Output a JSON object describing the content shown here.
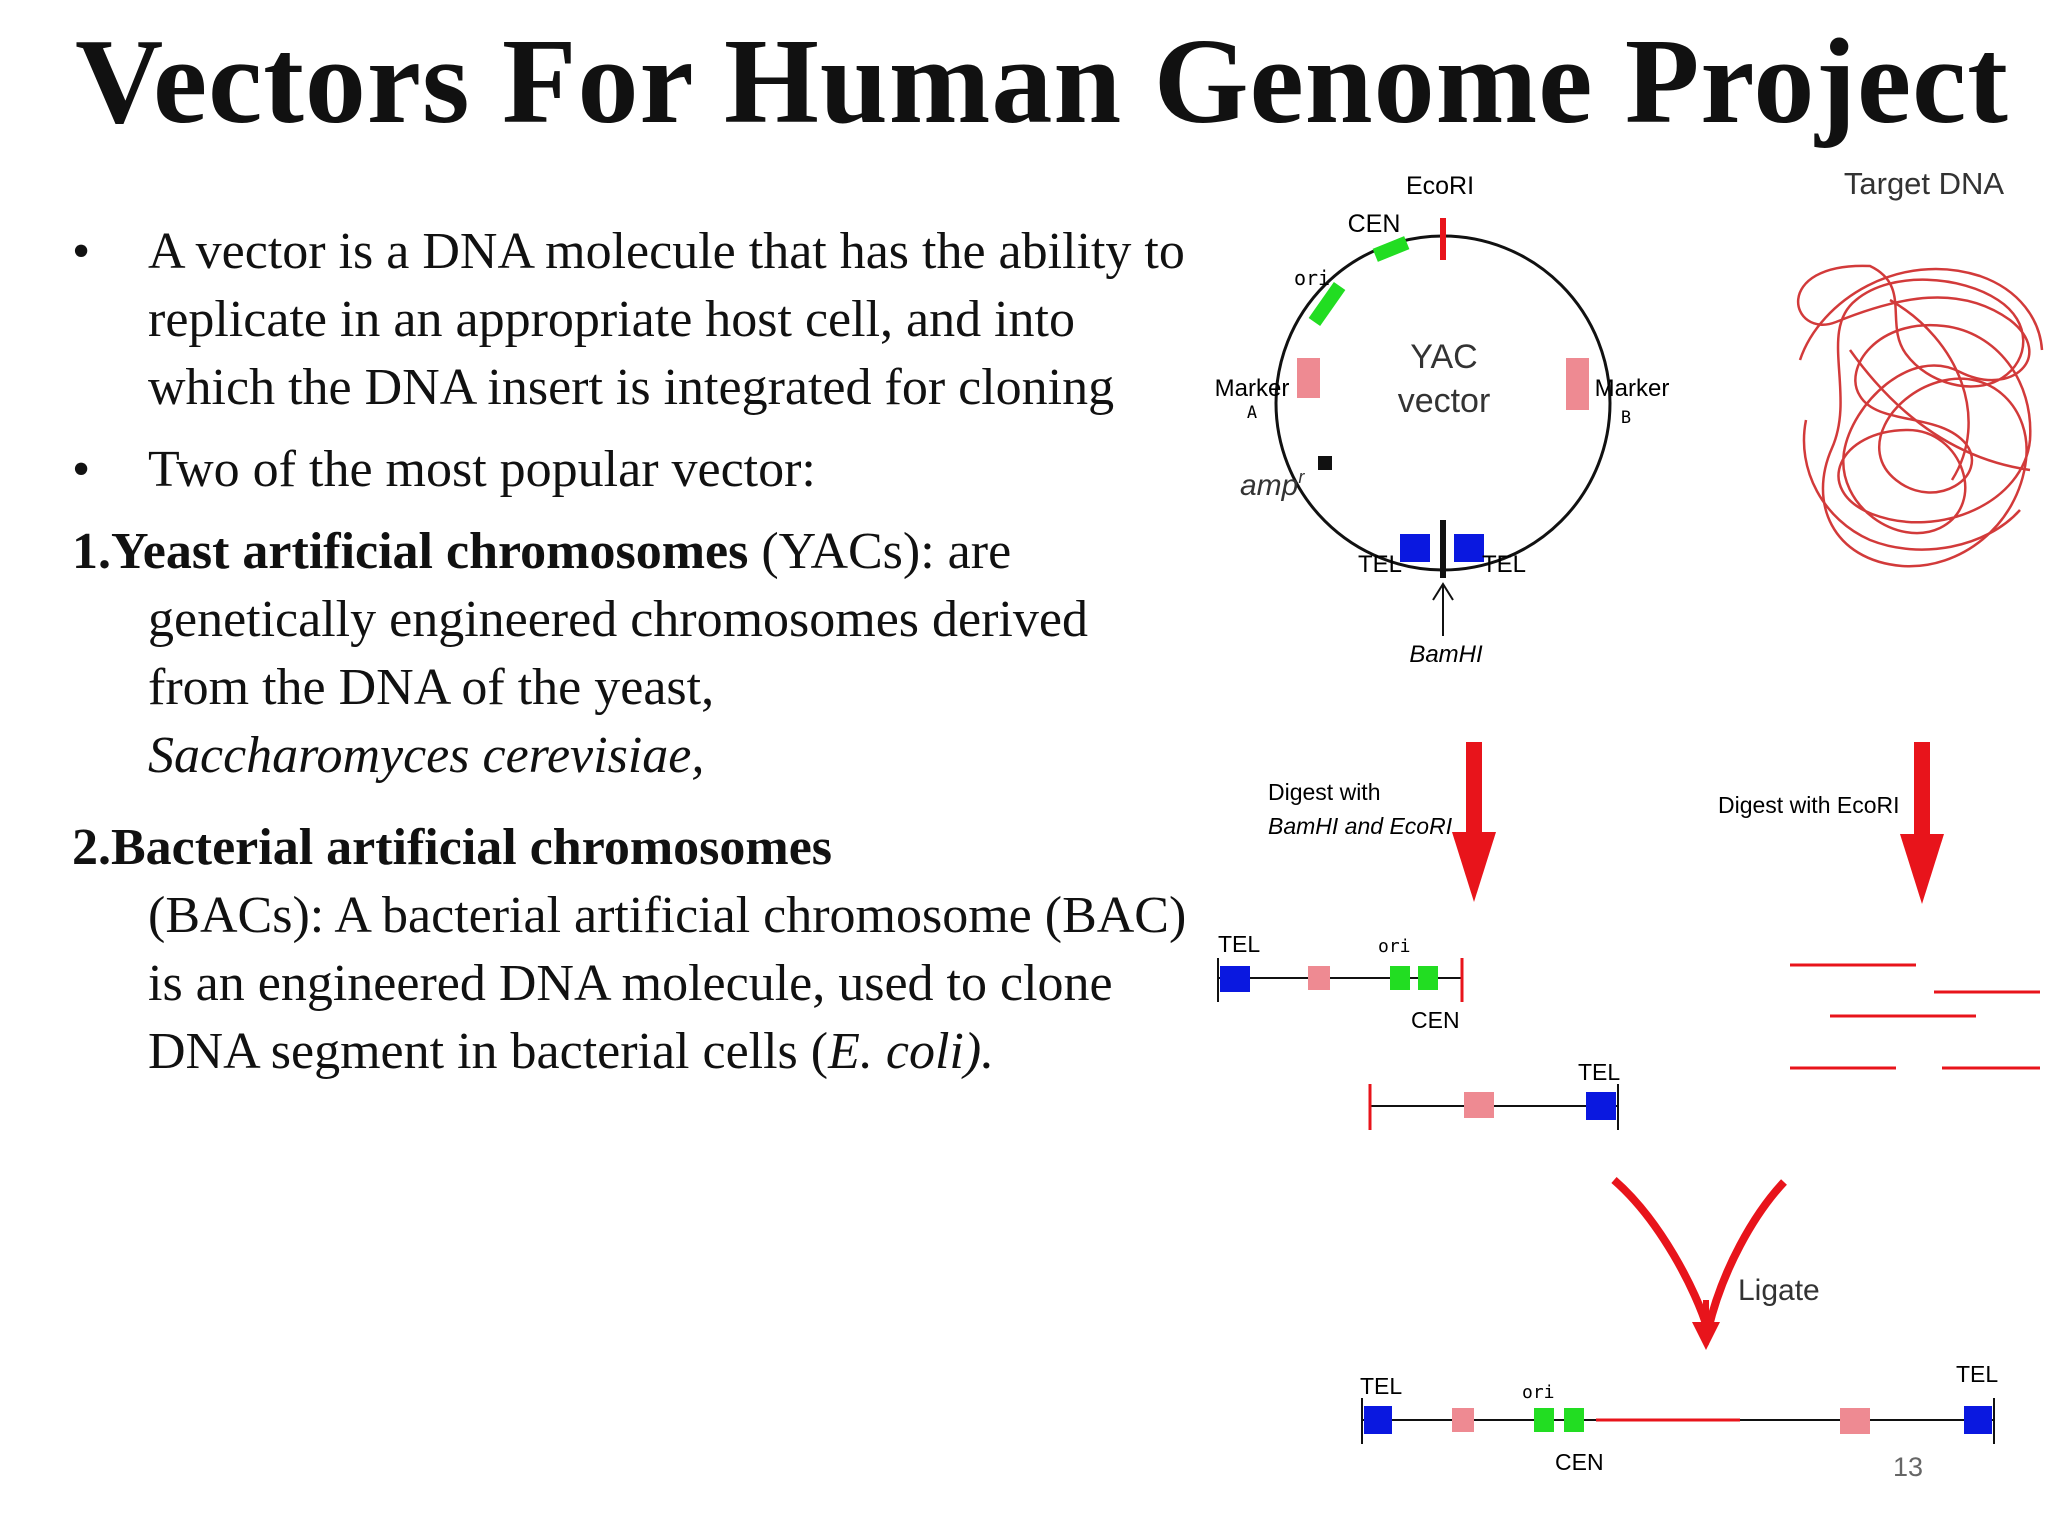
{
  "slide": {
    "title": "Vectors For Human Genome Project",
    "page_number": "13"
  },
  "text": {
    "bullets": [
      "A vector is a DNA molecule that has the ability to replicate in an appropriate host cell, and into which the DNA insert is integrated for cloning",
      "Two of the most popular vector:"
    ],
    "items": [
      {
        "number": "1.",
        "bold": "Yeast artificial chromosomes",
        "line1_rest": " (YACs): are",
        "rest": "genetically engineered chromosomes derived from the DNA of the yeast,",
        "italic": "Saccharomyces cerevisiae,"
      },
      {
        "number": "2.",
        "bold": "Bacterial artificial chromosomes",
        "rest_a": "(BACs): A bacterial artificial chromosome (BAC)  is an engineered DNA molecule, used to clone DNA segment in bacterial cells (",
        "italic": "E. coli).",
        "rest_b": ""
      }
    ]
  },
  "diagram": {
    "labels": {
      "ecori": "EcoRI",
      "cen": "CEN",
      "ori": "ori",
      "marker_a_1": "Marker",
      "marker_a_2": "A",
      "marker_b_1": "Marker",
      "marker_b_2": "B",
      "yac_1": "YAC",
      "yac_2": "vector",
      "ampr": "amp",
      "ampr_sup": "r",
      "tel": "TEL",
      "bamhi": "BamHI",
      "target_dna": "Target DNA",
      "digest_left_1": "Digest with",
      "digest_left_2": "BamHI and EcoRI",
      "digest_right": "Digest with EcoRI",
      "ligate": "Ligate"
    }
  },
  "colors": {
    "red": "#e8141b",
    "green": "#22dd22",
    "blue": "#0a18e0",
    "pink": "#ee8a92",
    "dna": "#d23a3a"
  }
}
